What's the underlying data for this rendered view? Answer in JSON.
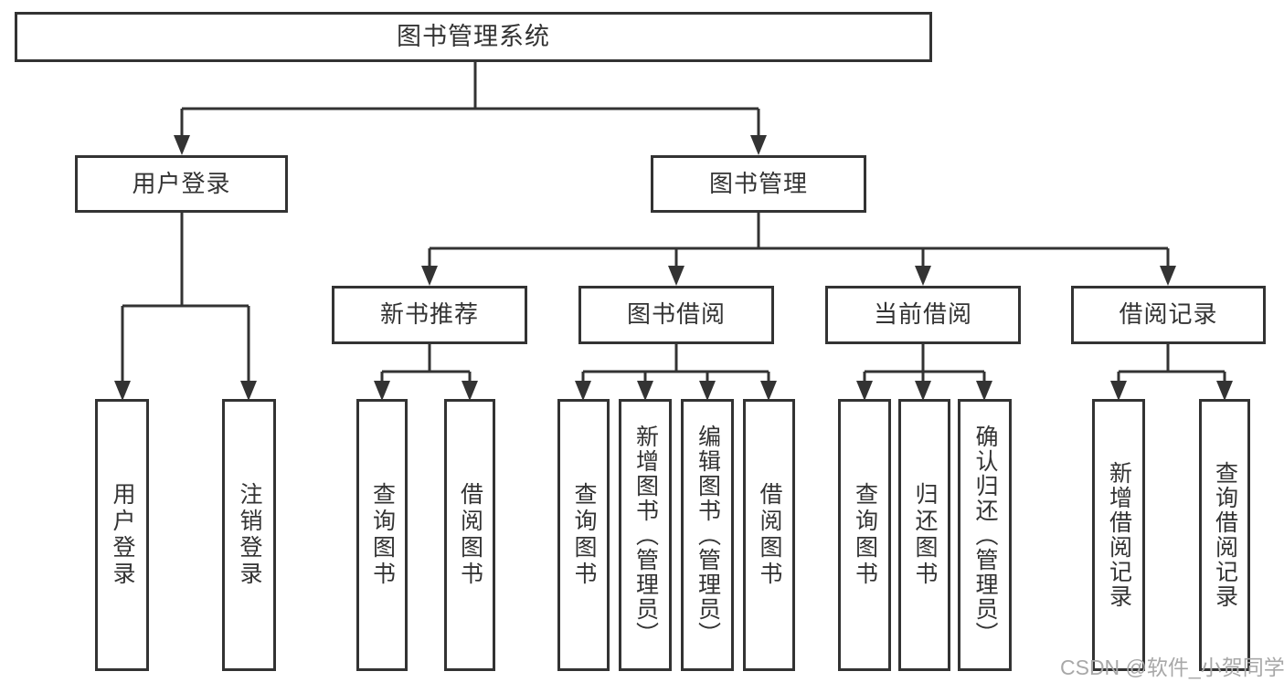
{
  "diagram": {
    "title": "图书管理系统",
    "nodes": {
      "root": "图书管理系统",
      "user_login": "用户登录",
      "book_mgmt": "图书管理",
      "new_book_rec": "新书推荐",
      "book_borrow": "图书借阅",
      "current_borrow": "当前借阅",
      "borrow_record": "借阅记录",
      "leaf_user_login": "用户登录",
      "leaf_logout": "注销登录",
      "leaf_nb_query": "查询图书",
      "leaf_nb_borrow": "借阅图书",
      "leaf_bb_query": "查询图书",
      "leaf_bb_add": "新增图书（管理员）",
      "leaf_bb_edit": "编辑图书（管理员）",
      "leaf_bb_borrow": "借阅图书",
      "leaf_cb_query": "查询图书",
      "leaf_cb_return": "归还图书",
      "leaf_cb_confirm": "确认归还（管理员）",
      "leaf_br_add": "新增借阅记录",
      "leaf_br_query": "查询借阅记录"
    },
    "edges": [
      [
        "图书管理系统",
        "用户登录"
      ],
      [
        "图书管理系统",
        "图书管理"
      ],
      [
        "用户登录",
        "用户登录"
      ],
      [
        "用户登录",
        "注销登录"
      ],
      [
        "图书管理",
        "新书推荐"
      ],
      [
        "图书管理",
        "图书借阅"
      ],
      [
        "图书管理",
        "当前借阅"
      ],
      [
        "图书管理",
        "借阅记录"
      ],
      [
        "新书推荐",
        "查询图书"
      ],
      [
        "新书推荐",
        "借阅图书"
      ],
      [
        "图书借阅",
        "查询图书"
      ],
      [
        "图书借阅",
        "新增图书（管理员）"
      ],
      [
        "图书借阅",
        "编辑图书（管理员）"
      ],
      [
        "图书借阅",
        "借阅图书"
      ],
      [
        "当前借阅",
        "查询图书"
      ],
      [
        "当前借阅",
        "归还图书"
      ],
      [
        "当前借阅",
        "确认归还（管理员）"
      ],
      [
        "借阅记录",
        "新增借阅记录"
      ],
      [
        "借阅记录",
        "查询借阅记录"
      ]
    ]
  },
  "watermark": {
    "text": "CSDN @软件_小贺同学"
  },
  "colors": {
    "line": "#333333",
    "box_border": "#333333",
    "text": "#333333",
    "background": "#ffffff",
    "watermark": "#a8a8a8"
  }
}
